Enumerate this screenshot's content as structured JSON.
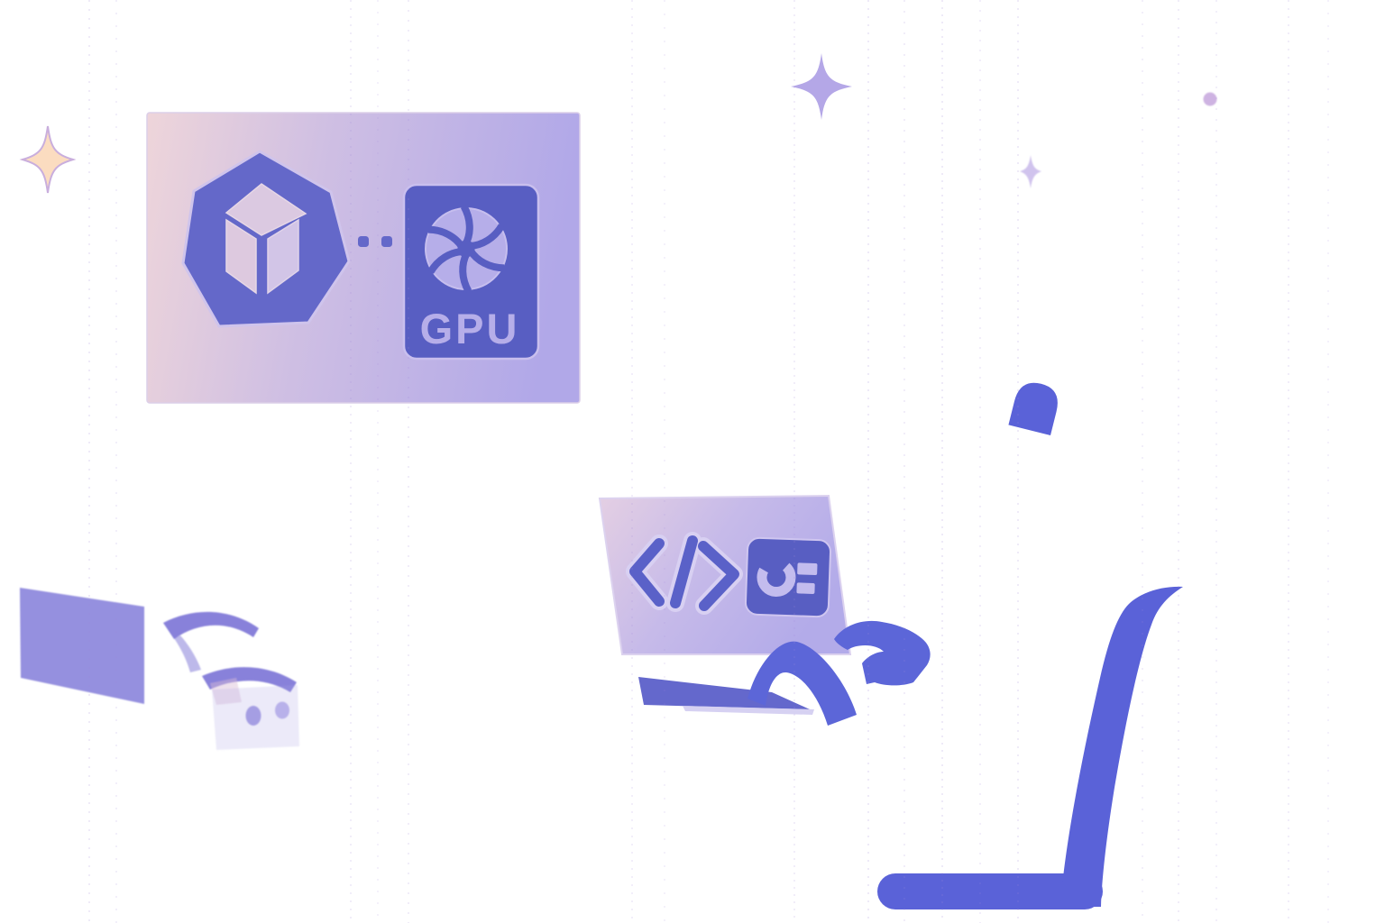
{
  "scene": {
    "alt": "illustration-container-gpu-panel-laptop-truck-chair",
    "panel": {
      "gpu_label": "GPU",
      "icons": [
        "cube-heptagon-icon",
        "link-dots",
        "gpu-fan-card-icon"
      ]
    },
    "laptop": {
      "icons": [
        "code-brackets-icon",
        "terminal-card-icon"
      ]
    },
    "colors": {
      "icon_indigo": "#6468c9",
      "card_indigo": "#585ec2",
      "glyph_indigo": "#5a61c8",
      "hand_indigo": "#5c66d8",
      "chair_indigo": "#5a62d8",
      "truck_purple": "#837cd9",
      "panel_pink": "#eed5da",
      "panel_lavender": "#b1a8e8",
      "fan_lavender": "#b6aee9",
      "star_orange": "#fbdcc0",
      "star_purple": "#b4a7e7",
      "speck_pink": "#c9abdf"
    }
  }
}
